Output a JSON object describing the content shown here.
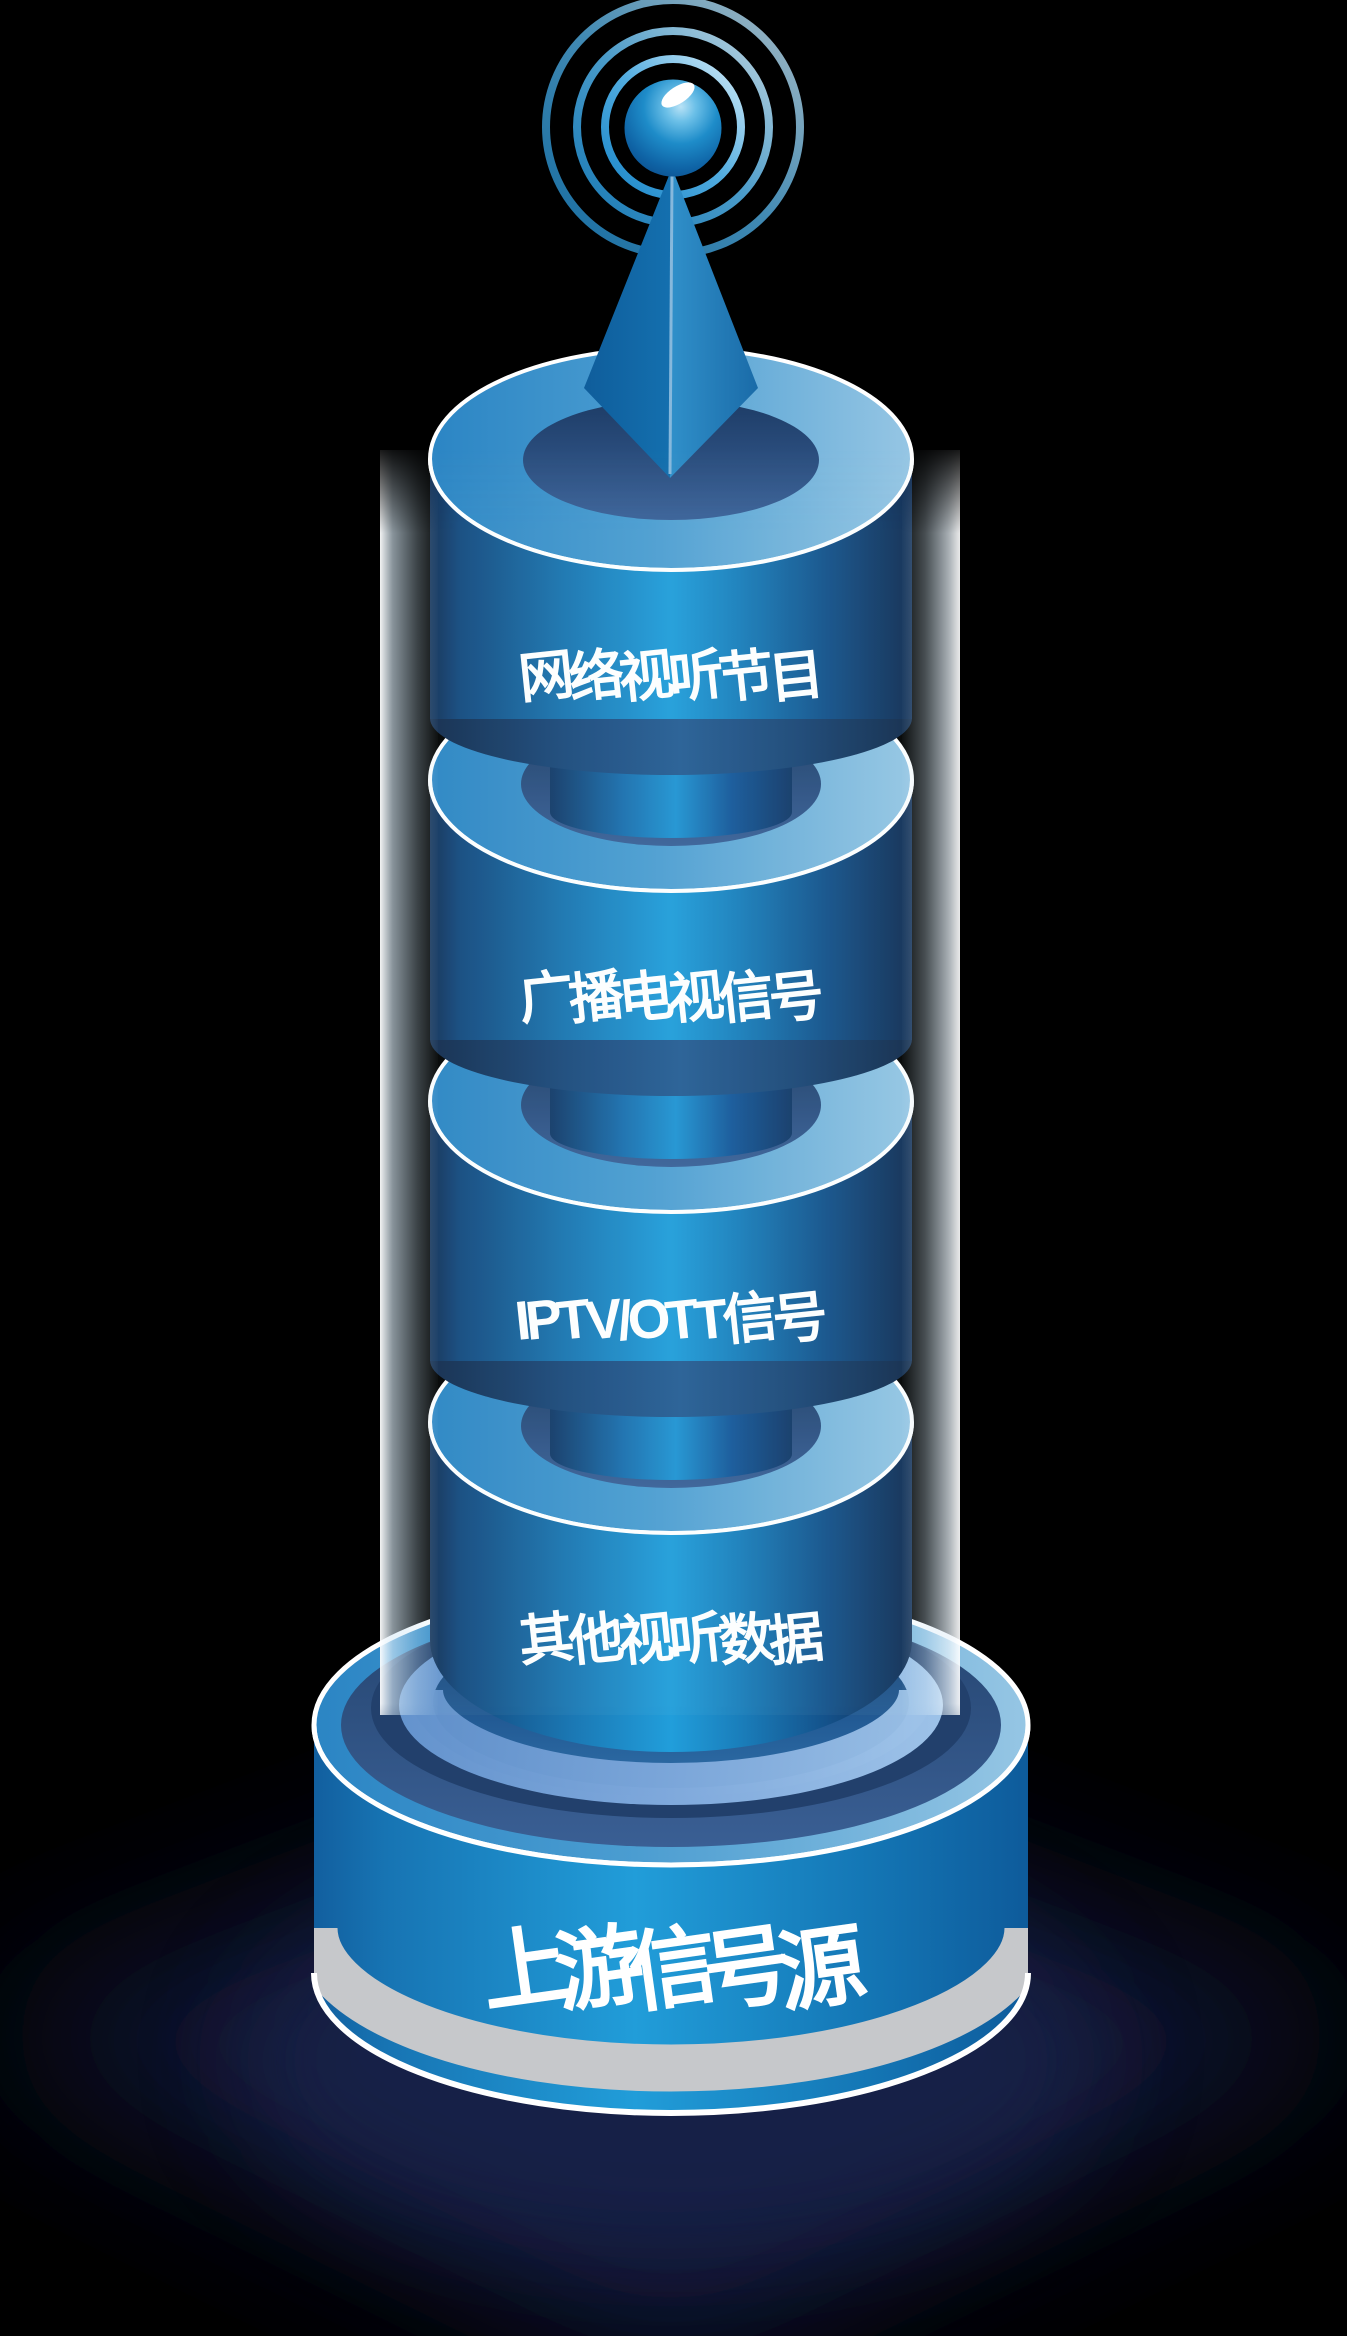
{
  "diagram": {
    "type": "isometric-stacked-cylinder-tower",
    "icon": "broadcast-antenna-icon",
    "sections": [
      {
        "label": "网络视听节目"
      },
      {
        "label": "广播电视信号"
      },
      {
        "label": "IPTV/OTT信号"
      },
      {
        "label": "其他视听数据"
      }
    ],
    "base": {
      "label": "上游信号源"
    },
    "colors": {
      "background": "#000000",
      "body_bright": "#219edb",
      "body_dark": "#112f55",
      "face_light": "#96c6e4",
      "face_main": "#2b85c4",
      "recess_navy": "#2e4f7c",
      "glass": "#d8e9f7",
      "label_text": "#ffffff",
      "glow_shadow": "#16234a"
    }
  }
}
